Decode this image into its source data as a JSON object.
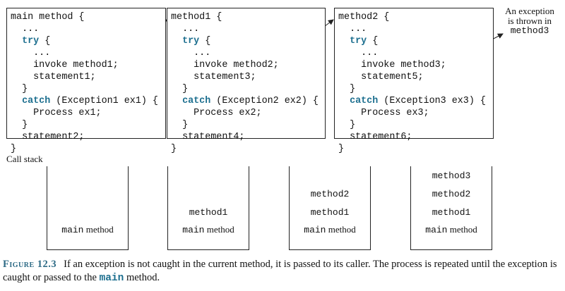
{
  "code_boxes": [
    {
      "lines": [
        [
          {
            "t": "main method {"
          }
        ],
        [
          {
            "t": "  ..."
          }
        ],
        [
          {
            "t": "  "
          },
          {
            "t": "try",
            "kw": true
          },
          {
            "t": " {"
          }
        ],
        [
          {
            "t": "    ..."
          }
        ],
        [
          {
            "t": "    invoke method1;"
          }
        ],
        [
          {
            "t": "    statement1;"
          }
        ],
        [
          {
            "t": "  }"
          }
        ],
        [
          {
            "t": "  "
          },
          {
            "t": "catch",
            "kw": true
          },
          {
            "t": " (Exception1 ex1) {"
          }
        ],
        [
          {
            "t": "    Process ex1;"
          }
        ],
        [
          {
            "t": "  }"
          }
        ],
        [
          {
            "t": "  statement2;"
          }
        ],
        [
          {
            "t": "}"
          }
        ]
      ]
    },
    {
      "lines": [
        [
          {
            "t": "method1 {"
          }
        ],
        [
          {
            "t": "  ..."
          }
        ],
        [
          {
            "t": "  "
          },
          {
            "t": "try",
            "kw": true
          },
          {
            "t": " {"
          }
        ],
        [
          {
            "t": "    ..."
          }
        ],
        [
          {
            "t": "    invoke method2;"
          }
        ],
        [
          {
            "t": "    statement3;"
          }
        ],
        [
          {
            "t": "  }"
          }
        ],
        [
          {
            "t": "  "
          },
          {
            "t": "catch",
            "kw": true
          },
          {
            "t": " (Exception2 ex2) {"
          }
        ],
        [
          {
            "t": "    Process ex2;"
          }
        ],
        [
          {
            "t": "  }"
          }
        ],
        [
          {
            "t": "  statement4;"
          }
        ],
        [
          {
            "t": "}"
          }
        ]
      ]
    },
    {
      "lines": [
        [
          {
            "t": "method2 {"
          }
        ],
        [
          {
            "t": "  ..."
          }
        ],
        [
          {
            "t": "  "
          },
          {
            "t": "try",
            "kw": true
          },
          {
            "t": " {"
          }
        ],
        [
          {
            "t": "    ..."
          }
        ],
        [
          {
            "t": "    invoke method3;"
          }
        ],
        [
          {
            "t": "    statement5;"
          }
        ],
        [
          {
            "t": "  }"
          }
        ],
        [
          {
            "t": "  "
          },
          {
            "t": "catch",
            "kw": true
          },
          {
            "t": " (Exception3 ex3) {"
          }
        ],
        [
          {
            "t": "    Process ex3;"
          }
        ],
        [
          {
            "t": "  }"
          }
        ],
        [
          {
            "t": "  statement6;"
          }
        ],
        [
          {
            "t": "}"
          }
        ]
      ]
    }
  ],
  "annotation": {
    "line1": "An exception",
    "line2": "is thrown in",
    "line3": "method3"
  },
  "call_stack": {
    "label": "Call stack",
    "stacks": [
      {
        "frames": [
          {
            "name": "main",
            "suffix": " method"
          }
        ]
      },
      {
        "frames": [
          {
            "name": "main",
            "suffix": " method"
          },
          {
            "name": "method1",
            "suffix": ""
          }
        ]
      },
      {
        "frames": [
          {
            "name": "main",
            "suffix": " method"
          },
          {
            "name": "method1",
            "suffix": ""
          },
          {
            "name": "method2",
            "suffix": ""
          }
        ]
      },
      {
        "frames": [
          {
            "name": "main",
            "suffix": " method"
          },
          {
            "name": "method1",
            "suffix": ""
          },
          {
            "name": "method2",
            "suffix": ""
          },
          {
            "name": "method3",
            "suffix": ""
          }
        ]
      }
    ]
  },
  "caption": {
    "figure_label": "Figure 12.3",
    "text_before": "If an exception is not caught in the current method, it is passed to its caller. The process is repeated until the exception is caught or passed to the ",
    "code_word": "main",
    "text_after": " method."
  },
  "colors": {
    "keyword": "#1d6f8f",
    "figure_label": "#2e6b86",
    "line": "#222222"
  }
}
